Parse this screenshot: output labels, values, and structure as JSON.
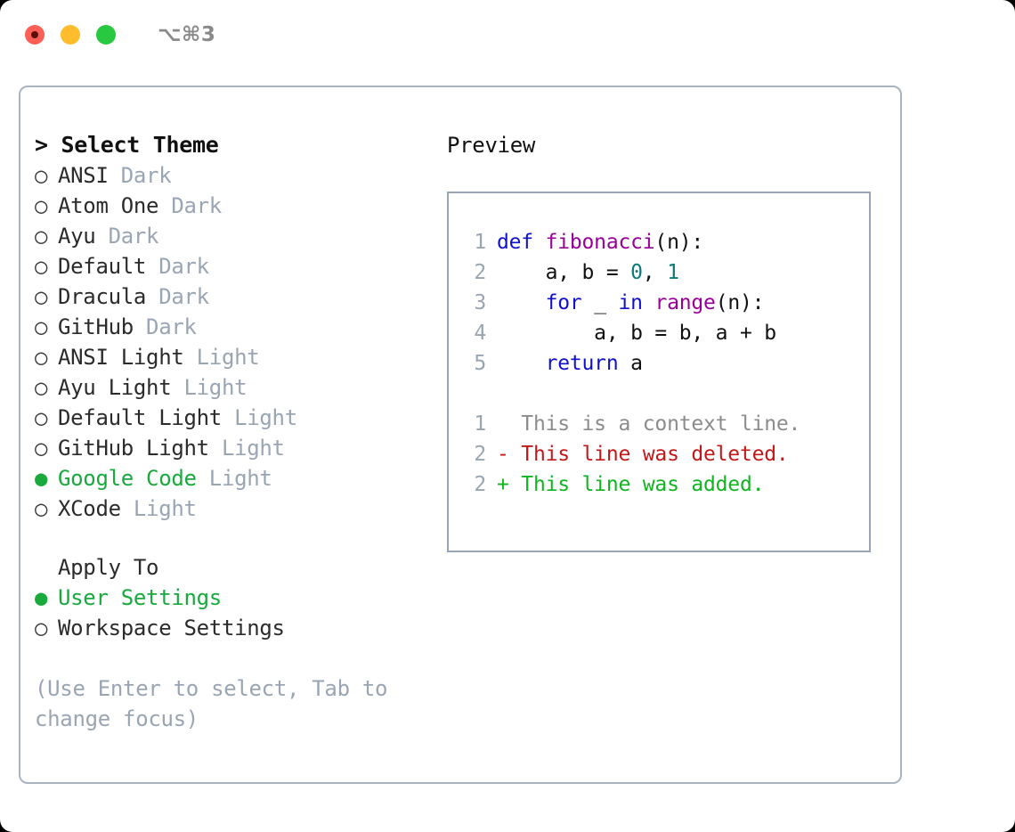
{
  "window": {
    "shortcut": "⌥⌘3",
    "traffic_lights": [
      {
        "name": "close",
        "color": "#FF5F57"
      },
      {
        "name": "minimize",
        "color": "#FFBD2E"
      },
      {
        "name": "maximize",
        "color": "#28C840"
      }
    ]
  },
  "theme_list": {
    "prompt": "> ",
    "heading": "Select Theme",
    "options": [
      {
        "marker": "○ ",
        "name": "ANSI",
        "suffix": " Dark",
        "selected": false
      },
      {
        "marker": "○ ",
        "name": "Atom One",
        "suffix": " Dark",
        "selected": false
      },
      {
        "marker": "○ ",
        "name": "Ayu",
        "suffix": " Dark",
        "selected": false
      },
      {
        "marker": "○ ",
        "name": "Default",
        "suffix": " Dark",
        "selected": false
      },
      {
        "marker": "○ ",
        "name": "Dracula",
        "suffix": " Dark",
        "selected": false
      },
      {
        "marker": "○ ",
        "name": "GitHub",
        "suffix": " Dark",
        "selected": false
      },
      {
        "marker": "○ ",
        "name": "ANSI Light",
        "suffix": " Light",
        "selected": false
      },
      {
        "marker": "○ ",
        "name": "Ayu Light",
        "suffix": " Light",
        "selected": false
      },
      {
        "marker": "○ ",
        "name": "Default Light",
        "suffix": " Light",
        "selected": false
      },
      {
        "marker": "○ ",
        "name": "GitHub Light",
        "suffix": " Light",
        "selected": false
      },
      {
        "marker": "● ",
        "name": "Google Code",
        "suffix": " Light",
        "selected": true
      },
      {
        "marker": "○ ",
        "name": "XCode",
        "suffix": " Light",
        "selected": false
      }
    ]
  },
  "apply_to": {
    "heading": "Apply To",
    "options": [
      {
        "marker": "● ",
        "name": "User Settings",
        "selected": true
      },
      {
        "marker": "○ ",
        "name": "Workspace Settings",
        "selected": false
      }
    ]
  },
  "hint": "(Use Enter to select, Tab to change focus)",
  "preview": {
    "title": "Preview",
    "code_lines": [
      {
        "num": "1",
        "tokens": [
          {
            "t": "def ",
            "c": "kw"
          },
          {
            "t": "fibonacci",
            "c": "fn"
          },
          {
            "t": "(n):",
            "c": "pl"
          }
        ]
      },
      {
        "num": "2",
        "tokens": [
          {
            "t": "    a, b = ",
            "c": "pl"
          },
          {
            "t": "0",
            "c": "num"
          },
          {
            "t": ", ",
            "c": "pl"
          },
          {
            "t": "1",
            "c": "num"
          }
        ]
      },
      {
        "num": "3",
        "tokens": [
          {
            "t": "    ",
            "c": "pl"
          },
          {
            "t": "for",
            "c": "kw"
          },
          {
            "t": " _ ",
            "c": "pl"
          },
          {
            "t": "in",
            "c": "kw"
          },
          {
            "t": " ",
            "c": "pl"
          },
          {
            "t": "range",
            "c": "fn"
          },
          {
            "t": "(n):",
            "c": "pl"
          }
        ]
      },
      {
        "num": "4",
        "tokens": [
          {
            "t": "        a, b = b, a + b",
            "c": "pl"
          }
        ]
      },
      {
        "num": "5",
        "tokens": [
          {
            "t": "    ",
            "c": "pl"
          },
          {
            "t": "return",
            "c": "kw"
          },
          {
            "t": " a",
            "c": "pl"
          }
        ]
      }
    ],
    "diff_lines": [
      {
        "num": "1",
        "sign": "  ",
        "text": "This is a context line.",
        "kind": "context"
      },
      {
        "num": "2",
        "sign": "- ",
        "text": "This line was deleted.",
        "kind": "deleted"
      },
      {
        "num": "2",
        "sign": "+ ",
        "text": "This line was added.",
        "kind": "added"
      }
    ]
  },
  "colors": {
    "accent_green": "#19a93c",
    "muted": "#9aa5b4",
    "keyword": "#1111cc",
    "function": "#990099",
    "number": "#0b7a78",
    "diff_deleted": "#c2181a",
    "diff_added": "#10b521",
    "border": "#aab3c0"
  }
}
